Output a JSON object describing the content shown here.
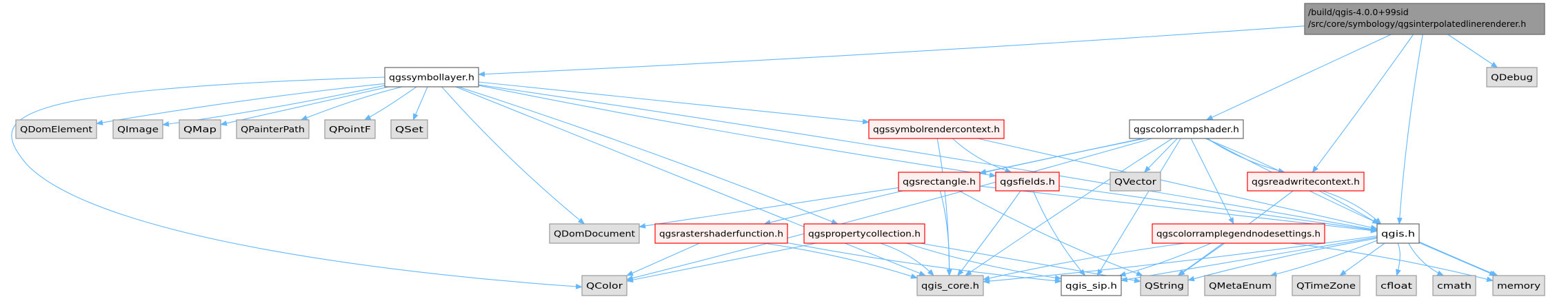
{
  "graph": {
    "nodes": [
      {
        "id": "root",
        "label_lines": [
          "/build/qgis-4.0.0+99sid",
          "/src/core/symbology/qgsinterpolatedlinerenderer.h"
        ],
        "kind": "root"
      },
      {
        "id": "qgssymbollayer",
        "label": "qgssymbollayer.h",
        "kind": "documented"
      },
      {
        "id": "QDebug",
        "label": "QDebug",
        "kind": "external"
      },
      {
        "id": "QDomElement",
        "label": "QDomElement",
        "kind": "external"
      },
      {
        "id": "QImage",
        "label": "QImage",
        "kind": "external"
      },
      {
        "id": "QMap",
        "label": "QMap",
        "kind": "external"
      },
      {
        "id": "QPainterPath",
        "label": "QPainterPath",
        "kind": "external"
      },
      {
        "id": "QPointF",
        "label": "QPointF",
        "kind": "external"
      },
      {
        "id": "QSet",
        "label": "QSet",
        "kind": "external"
      },
      {
        "id": "qgssymbolrendercontext",
        "label": "qgssymbolrendercontext.h",
        "kind": "incomplete"
      },
      {
        "id": "qgscolorrampshader",
        "label": "qgscolorrampshader.h",
        "kind": "documented"
      },
      {
        "id": "qgsrectangle",
        "label": "qgsrectangle.h",
        "kind": "incomplete"
      },
      {
        "id": "qgsfields",
        "label": "qgsfields.h",
        "kind": "incomplete"
      },
      {
        "id": "QVector",
        "label": "QVector",
        "kind": "external"
      },
      {
        "id": "qgsreadwritecontext",
        "label": "qgsreadwritecontext.h",
        "kind": "incomplete"
      },
      {
        "id": "QDomDocument",
        "label": "QDomDocument",
        "kind": "external"
      },
      {
        "id": "qgsrastershaderfunction",
        "label": "qgsrastershaderfunction.h",
        "kind": "incomplete"
      },
      {
        "id": "qgspropertycollection",
        "label": "qgspropertycollection.h",
        "kind": "incomplete"
      },
      {
        "id": "qgscolorramplegendnodesettings",
        "label": "qgscolorramplegendnodesettings.h",
        "kind": "incomplete"
      },
      {
        "id": "qgis",
        "label": "qgis.h",
        "kind": "documented"
      },
      {
        "id": "QColor",
        "label": "QColor",
        "kind": "external"
      },
      {
        "id": "qgis_core",
        "label": "qgis_core.h",
        "kind": "external"
      },
      {
        "id": "qgis_sip",
        "label": "qgis_sip.h",
        "kind": "documented"
      },
      {
        "id": "QString",
        "label": "QString",
        "kind": "external"
      },
      {
        "id": "QMetaEnum",
        "label": "QMetaEnum",
        "kind": "external"
      },
      {
        "id": "QTimeZone",
        "label": "QTimeZone",
        "kind": "external"
      },
      {
        "id": "cfloat",
        "label": "cfloat",
        "kind": "external"
      },
      {
        "id": "cmath",
        "label": "cmath",
        "kind": "external"
      },
      {
        "id": "memory",
        "label": "memory",
        "kind": "external"
      }
    ],
    "edges": [
      [
        "root",
        "qgssymbollayer"
      ],
      [
        "root",
        "qgscolorrampshader"
      ],
      [
        "root",
        "qgsreadwritecontext"
      ],
      [
        "root",
        "qgis"
      ],
      [
        "root",
        "QDebug"
      ],
      [
        "qgssymbollayer",
        "QDomElement"
      ],
      [
        "qgssymbollayer",
        "QImage"
      ],
      [
        "qgssymbollayer",
        "QMap"
      ],
      [
        "qgssymbollayer",
        "QPainterPath"
      ],
      [
        "qgssymbollayer",
        "QPointF"
      ],
      [
        "qgssymbollayer",
        "QSet"
      ],
      [
        "qgssymbollayer",
        "QColor"
      ],
      [
        "qgssymbollayer",
        "QDomDocument"
      ],
      [
        "qgssymbollayer",
        "qgis_core"
      ],
      [
        "qgssymbollayer",
        "qgspropertycollection"
      ],
      [
        "qgssymbollayer",
        "qgsfields"
      ],
      [
        "qgssymbollayer",
        "qgssymbolrendercontext"
      ],
      [
        "qgssymbollayer",
        "qgis"
      ],
      [
        "qgssymbolrendercontext",
        "qgsfields"
      ],
      [
        "qgssymbolrendercontext",
        "qgis"
      ],
      [
        "qgssymbolrendercontext",
        "qgis_core"
      ],
      [
        "qgscolorrampshader",
        "QVector"
      ],
      [
        "qgscolorrampshader",
        "qgsrectangle"
      ],
      [
        "qgscolorrampshader",
        "qgsrastershaderfunction"
      ],
      [
        "qgscolorrampshader",
        "qgsreadwritecontext"
      ],
      [
        "qgscolorrampshader",
        "qgscolorramplegendnodesettings"
      ],
      [
        "qgscolorrampshader",
        "qgis"
      ],
      [
        "qgscolorrampshader",
        "memory"
      ],
      [
        "qgscolorrampshader",
        "qgis_sip"
      ],
      [
        "qgscolorrampshader",
        "qgis_core"
      ],
      [
        "qgscolorrampshader",
        "QColor"
      ],
      [
        "qgsrectangle",
        "QDomDocument"
      ],
      [
        "qgsrectangle",
        "qgis_core"
      ],
      [
        "qgsrectangle",
        "QString"
      ],
      [
        "qgsrectangle",
        "qgis"
      ],
      [
        "qgsfields",
        "qgis_core"
      ],
      [
        "qgsfields",
        "qgis_sip"
      ],
      [
        "qgsfields",
        "qgis"
      ],
      [
        "qgsreadwritecontext",
        "qgis"
      ],
      [
        "qgsreadwritecontext",
        "QString"
      ],
      [
        "qgsrastershaderfunction",
        "QColor"
      ],
      [
        "qgsrastershaderfunction",
        "qgis_core"
      ],
      [
        "qgsrastershaderfunction",
        "qgis_sip"
      ],
      [
        "qgspropertycollection",
        "QColor"
      ],
      [
        "qgspropertycollection",
        "qgis_core"
      ],
      [
        "qgspropertycollection",
        "qgis_sip"
      ],
      [
        "qgspropertycollection",
        "QString"
      ],
      [
        "qgscolorramplegendnodesettings",
        "qgis_core"
      ],
      [
        "qgscolorramplegendnodesettings",
        "qgis_sip"
      ],
      [
        "qgscolorramplegendnodesettings",
        "QString"
      ],
      [
        "qgscolorramplegendnodesettings",
        "memory"
      ],
      [
        "qgis",
        "qgis_core"
      ],
      [
        "qgis",
        "qgis_sip"
      ],
      [
        "qgis",
        "QString"
      ],
      [
        "qgis",
        "QMetaEnum"
      ],
      [
        "qgis",
        "QTimeZone"
      ],
      [
        "qgis",
        "cfloat"
      ],
      [
        "qgis",
        "cmath"
      ],
      [
        "qgis",
        "memory"
      ]
    ]
  },
  "colors": {
    "edge": "#63b8ff",
    "root_fill": "#999999",
    "root_stroke": "#666666",
    "documented_fill": "#ffffff",
    "documented_stroke": "#666666",
    "external_fill": "#e0e0e0",
    "external_stroke": "#999999",
    "incomplete_fill": "#fff0f0",
    "incomplete_stroke": "#ff0000"
  }
}
